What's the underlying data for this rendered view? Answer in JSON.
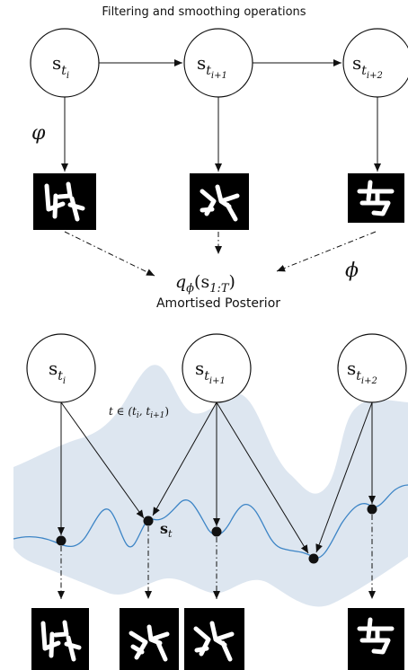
{
  "top": {
    "title": "Filtering and smoothing operations",
    "nodes": [
      {
        "base": "s",
        "sub": "t",
        "subsub": "i"
      },
      {
        "base": "s",
        "sub": "t",
        "subsub": "i+1"
      },
      {
        "base": "s",
        "sub": "t",
        "subsub": "i+2"
      }
    ],
    "phi_left": "φ",
    "phi_right": "ϕ",
    "posterior_formula": "q",
    "posterior_formula_sub": "ϕ",
    "posterior_formula_arg": "(s",
    "posterior_formula_arg_sub": "1:T",
    "posterior_formula_close": ")",
    "posterior_label": "Amortised Posterior"
  },
  "bottom": {
    "nodes": [
      {
        "base": "s",
        "sub": "t",
        "subsub": "i"
      },
      {
        "base": "s",
        "sub": "t",
        "subsub": "i+1"
      },
      {
        "base": "s",
        "sub": "t",
        "subsub": "i+2"
      }
    ],
    "interval_text": "t ∈ (t",
    "interval_sub1": "i",
    "interval_comma": ", t",
    "interval_sub2": "i+1",
    "interval_close": ")",
    "st_label": "s",
    "st_sub": "t"
  },
  "colors": {
    "band": "#dde6f0",
    "curve": "#3d85c6",
    "stroke": "#111111"
  }
}
